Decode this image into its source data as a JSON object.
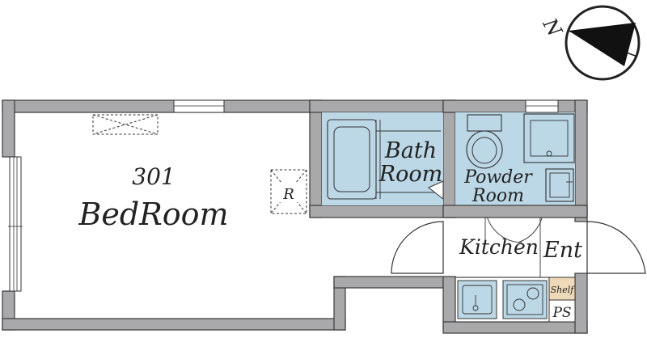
{
  "unit_number": "301",
  "rooms": {
    "bedroom": "BedRoom",
    "bath_line1": "Bath",
    "bath_line2": "Room",
    "powder_line1": "Powder",
    "powder_line2": "Room",
    "kitchen": "Kitchen",
    "entrance": "Ent"
  },
  "fixtures": {
    "r_mark": "R",
    "shelf": "Shelf",
    "ps": "PS"
  },
  "compass": {
    "north": "N"
  },
  "colors": {
    "wall": "#a9a9ab",
    "wet_area": "#bcd7e6",
    "shelf": "#efd9b8",
    "line": "#333333"
  }
}
